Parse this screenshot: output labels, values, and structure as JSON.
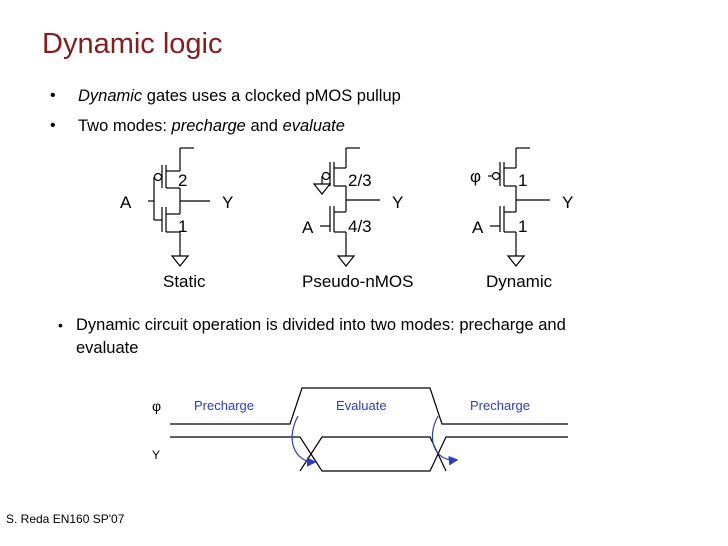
{
  "slide": {
    "title": "Dynamic logic",
    "footer": "S. Reda EN160 SP'07"
  },
  "bullets": [
    {
      "em": "Dynamic",
      "text": " gates uses a clocked pMOS pullup"
    },
    {
      "pre": "Two modes: ",
      "em1": "precharge",
      "mid": " and ",
      "em2": "evaluate"
    }
  ],
  "bullet2": "Dynamic circuit operation is divided into two modes: precharge and evaluate",
  "circuits": {
    "static": {
      "in": "A",
      "out": "Y",
      "top": "2",
      "bottom": "1",
      "caption": "Static"
    },
    "pseudo": {
      "in": "A",
      "out": "Y",
      "top": "2/3",
      "bottom": "4/3",
      "caption": "Pseudo-nMOS"
    },
    "dynamic": {
      "clk": "φ",
      "in": "A",
      "out": "Y",
      "top": "1",
      "bottom": "1",
      "caption": "Dynamic"
    }
  },
  "timing": {
    "clk": "φ",
    "out": "Y",
    "phases": [
      "Precharge",
      "Evaluate",
      "Precharge"
    ]
  },
  "colors": {
    "title": "#8b1a1a",
    "phase_label": "#2a3cc8",
    "arrow": "#2a3cc8"
  }
}
